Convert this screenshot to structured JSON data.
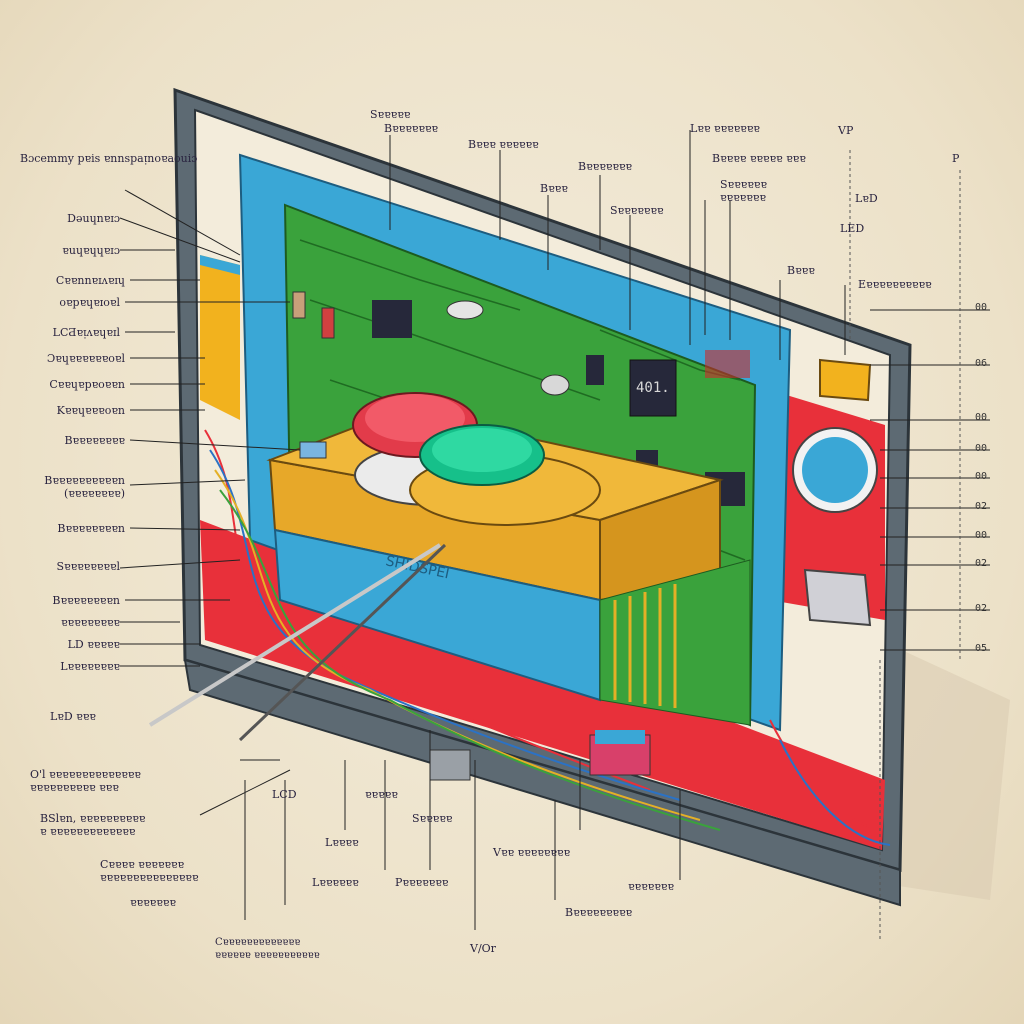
{
  "colors": {
    "paper": "#efe6d2",
    "frame": "#3c4750",
    "bezel_blue": "#3aa7d6",
    "pcb_green": "#3aa23c",
    "red_panel": "#e8303a",
    "yellow_panel": "#f2b21e",
    "button_red": "#e23b4a",
    "button_green": "#16c08a"
  },
  "diagram": {
    "board_silkscreen": "SHIDSPEI",
    "chip_text": "401.",
    "left_labels": [
      "Bɔcemmy pɐis\nɐnnspaᴉnoɐaouiɔ",
      "Dəuɥnɐɪɔ",
      "ɐuɥɐɥɥɐɪɔ",
      "Cɐɐnnɐɪʌɐɪɥ",
      "oɐpɐɥɐɪoɐl",
      "LCƋɐᴉʌɐɥɐɪl",
      "Ɔɐɥɐɐɐɐɐɐoɐl",
      "Cɐɐɥɐpɐoɐɐn",
      "Kɐɐɥɐɐɐoɐn",
      "Bɐɐɐɐɐɐɐɐ",
      "Bɐɐɐɐɐɐɐɐɐɐn\n(ɐɐɐɐɐɐɐɐ)",
      "Bɐɐɐɐɐɐɐɐn",
      "Sɐɐɐɐɐɐɐɐl",
      "Bɐɐɐɐɐɐɐɐn",
      "ɐɐɐɐɐɐɐɐɐ",
      "LD ɐɐɐɐɐ",
      "Lɐɐɐɐɐɐɐɐ"
    ],
    "lower_left_labels": [
      "LɐD ɐɐɐ",
      "O'l ɐɐɐɐɐɐɐɐɐɐɐɐɐɐ\nɐɐɐɐɐɐɐɐɐɐ ɐɐɐ",
      "BSlɐn, ɐɐɐɐɐɐɐɐɐɐ\nɐ ɐɐɐɐɐɐɐɐɐɐɐɐɐ",
      "Cɐɐɐɐ ɐɐɐɐɐɐɐ\nɐɐɐɐɐɐɐɐɐɐɐɐɐɐɐ",
      "ɐɐɐɐɐɐɐ"
    ],
    "bottom_labels": [
      "LCD",
      "ɐɐɐɐɐ",
      "Lɐɐɐɐ",
      "Sɐɐɐɐɐ",
      "Lɐɐɐɐɐɐ",
      "Pɐɐɐɐɐɐɐ",
      "Cɐɐɐɐɐɐɐɐɐɐɐɐɐ\nɐɐɐɐɐɐ ɐɐɐɐɐɐɐɐɐɐɐ",
      "Vɐɐ ɐɐɐɐɐɐɐɐ",
      "Bɐɐɐɐɐɐɐɐɐ",
      "ɐɐɐɐɐɐɐ",
      "V/Or"
    ],
    "top_labels": [
      "Sɐɐɐɐɐ",
      "Bɐɐɐɐɐɐɐ",
      "Bɐɐɐ ɐɐɐɐɐɐ",
      "Bɐɐɐ",
      "Bɐɐɐɐɐɐɐ",
      "Sɐɐɐɐɐɐɐ",
      "Lɐɐ ɐɐɐɐɐɐɐ",
      "Bɐɐɐɐ ɐɐɐɐɐ ɐɐɐ",
      "Sɐɐɐɐɐɐ\nɐɐɐɐɐɐɐ",
      "LɐD",
      "LED",
      "VP",
      "P",
      "Bɐɐɐ",
      "Eɐɐɐɐɐɐɐɐɐɐ"
    ],
    "right_ticks": [
      "00",
      "06",
      "00",
      "00",
      "00",
      "02",
      "00",
      "02",
      "02",
      "05"
    ]
  }
}
